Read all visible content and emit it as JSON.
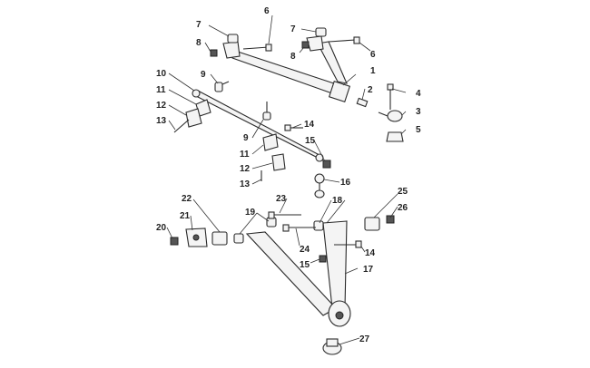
{
  "callouts": {
    "c1": "1",
    "c2": "2",
    "c3": "3",
    "c4": "4",
    "c5": "5",
    "c6a": "6",
    "c6b": "6",
    "c7a": "7",
    "c7b": "7",
    "c8a": "8",
    "c8b": "8",
    "c9a": "9",
    "c9b": "9",
    "c10": "10",
    "c11a": "11",
    "c11b": "11",
    "c12a": "12",
    "c12b": "12",
    "c13a": "13",
    "c13b": "13",
    "c14a": "14",
    "c14b": "14",
    "c15a": "15",
    "c15b": "15",
    "c16": "16",
    "c17": "17",
    "c18": "18",
    "c19": "19",
    "c20": "20",
    "c21": "21",
    "c22": "22",
    "c23": "23",
    "c24": "24",
    "c25": "25",
    "c26": "26",
    "c27": "27"
  }
}
